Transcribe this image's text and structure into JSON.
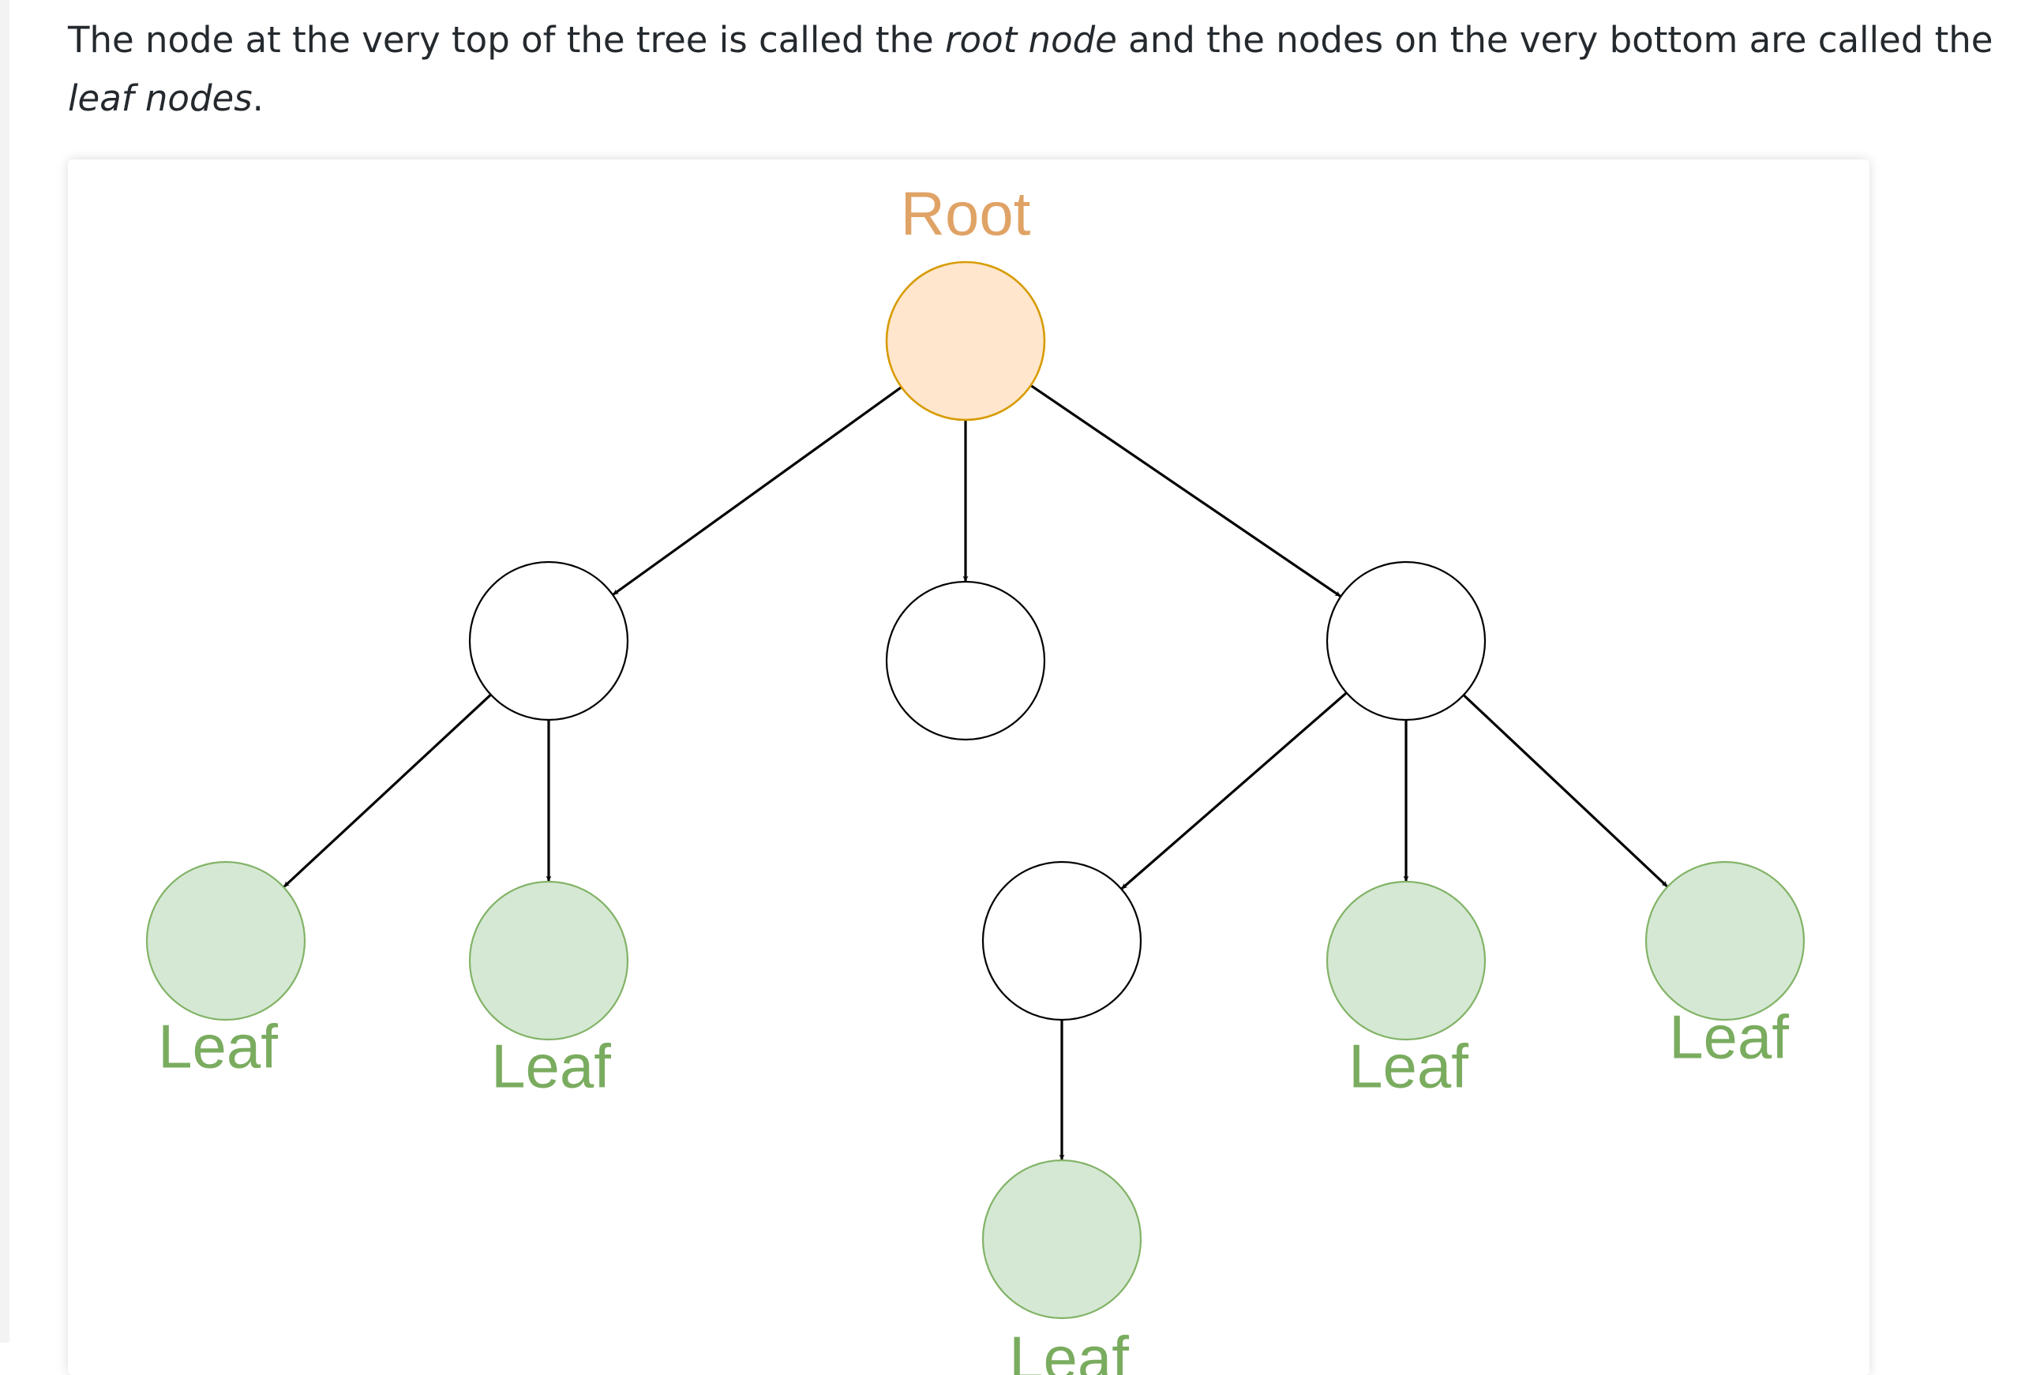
{
  "paragraph": {
    "text_1": "The node at the very top of the tree is called the ",
    "em_1": "root node",
    "text_2": " and the nodes on the very bottom are called the ",
    "em_2": "leaf nodes",
    "text_3": "."
  },
  "diagram": {
    "root_label": "Root",
    "leaf_label": "Leaf",
    "colors": {
      "root_fill": "#ffe6cc",
      "root_stroke": "#d79b00",
      "root_text": "#e0a366",
      "leaf_fill": "#d5e8d4",
      "leaf_stroke": "#82b366",
      "leaf_text": "#7aac5f",
      "node_stroke": "#000000",
      "edge": "#000000"
    },
    "nodes": [
      {
        "id": "root",
        "type": "root",
        "label": "Root"
      },
      {
        "id": "inner-left",
        "type": "inner"
      },
      {
        "id": "inner-middle",
        "type": "inner"
      },
      {
        "id": "inner-right",
        "type": "inner"
      },
      {
        "id": "leaf-1",
        "type": "leaf",
        "label": "Leaf"
      },
      {
        "id": "leaf-2",
        "type": "leaf",
        "label": "Leaf"
      },
      {
        "id": "inner-lower",
        "type": "inner"
      },
      {
        "id": "leaf-3",
        "type": "leaf",
        "label": "Leaf"
      },
      {
        "id": "leaf-4",
        "type": "leaf",
        "label": "Leaf"
      },
      {
        "id": "leaf-5",
        "type": "leaf",
        "label": "Leaf"
      }
    ],
    "edges": [
      {
        "from": "root",
        "to": "inner-left"
      },
      {
        "from": "root",
        "to": "inner-middle"
      },
      {
        "from": "root",
        "to": "inner-right"
      },
      {
        "from": "inner-left",
        "to": "leaf-1"
      },
      {
        "from": "inner-left",
        "to": "leaf-2"
      },
      {
        "from": "inner-right",
        "to": "inner-lower"
      },
      {
        "from": "inner-right",
        "to": "leaf-3"
      },
      {
        "from": "inner-right",
        "to": "leaf-4"
      },
      {
        "from": "inner-lower",
        "to": "leaf-5"
      }
    ]
  }
}
